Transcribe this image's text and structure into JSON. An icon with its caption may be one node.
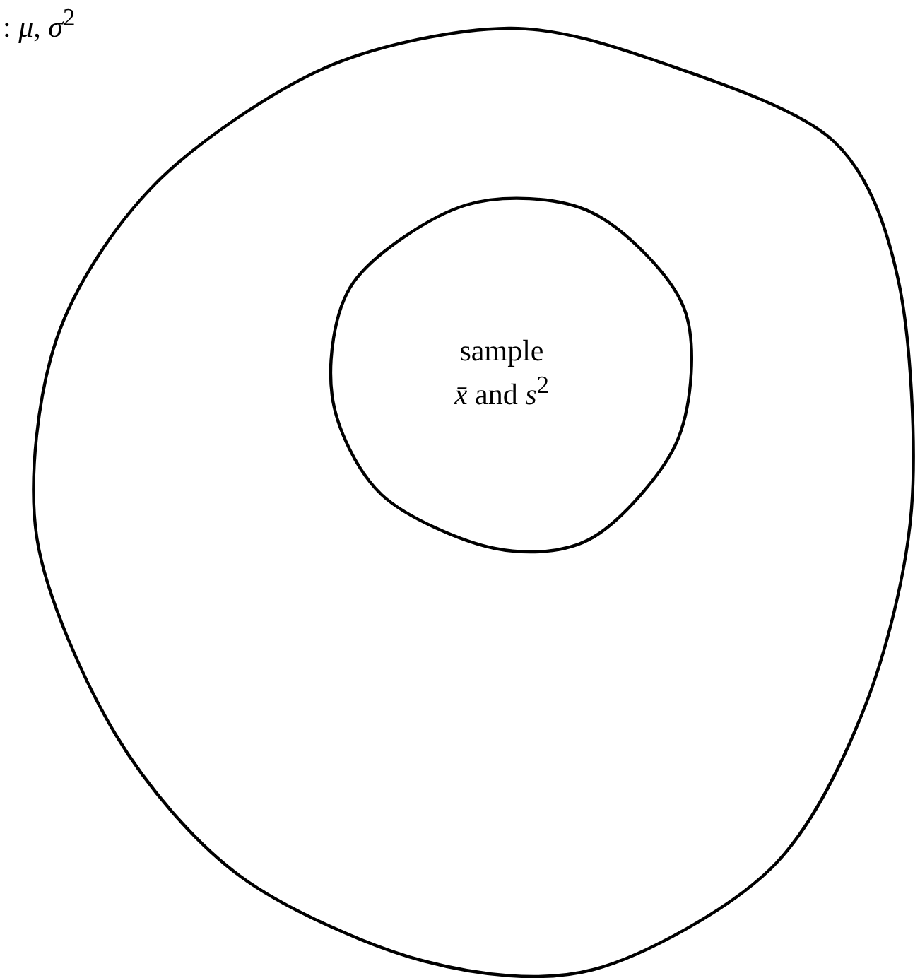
{
  "diagram": {
    "nodes": [
      {
        "text": [
          ": *μ*, *σ*$^{2}$"
        ]
      },
      {
        "text": [
          "sample",
          "*x̄* and *s*$^{2}$"
        ],
        "in": 0
      }
    ]
  }
}
